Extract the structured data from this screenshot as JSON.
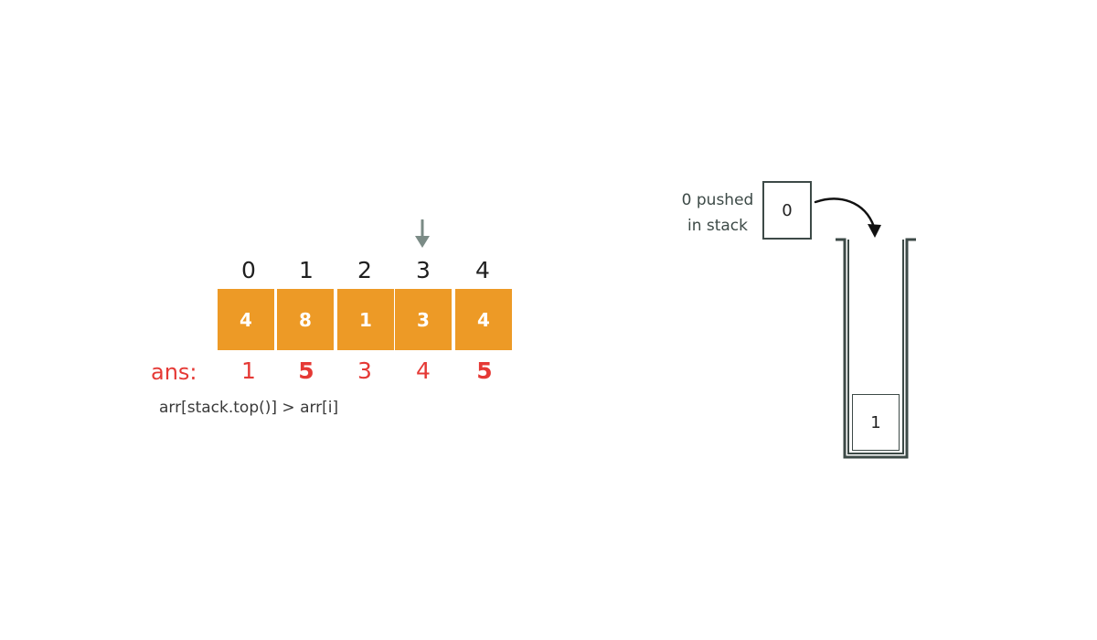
{
  "array": {
    "indices": [
      "0",
      "1",
      "2",
      "3",
      "4"
    ],
    "values": [
      "4",
      "8",
      "1",
      "3",
      "4"
    ],
    "current_index": 3
  },
  "ans": {
    "label": "ans:",
    "values": [
      "1",
      "5",
      "3",
      "4",
      "5"
    ],
    "emphasized_positions": [
      1,
      4
    ]
  },
  "condition": "arr[stack.top()] > arr[i]",
  "push_note": {
    "line1": "0 pushed",
    "line2": "in stack",
    "value": "0"
  },
  "stack": {
    "items": [
      "1"
    ]
  },
  "colors": {
    "cell": "#ed9a26",
    "ans": "#e53935",
    "pointer": "#7b8b86",
    "stack_outline": "#3d4a47"
  },
  "icons": {
    "pointer": "down-arrow-icon",
    "push": "curved-arrow-icon"
  }
}
